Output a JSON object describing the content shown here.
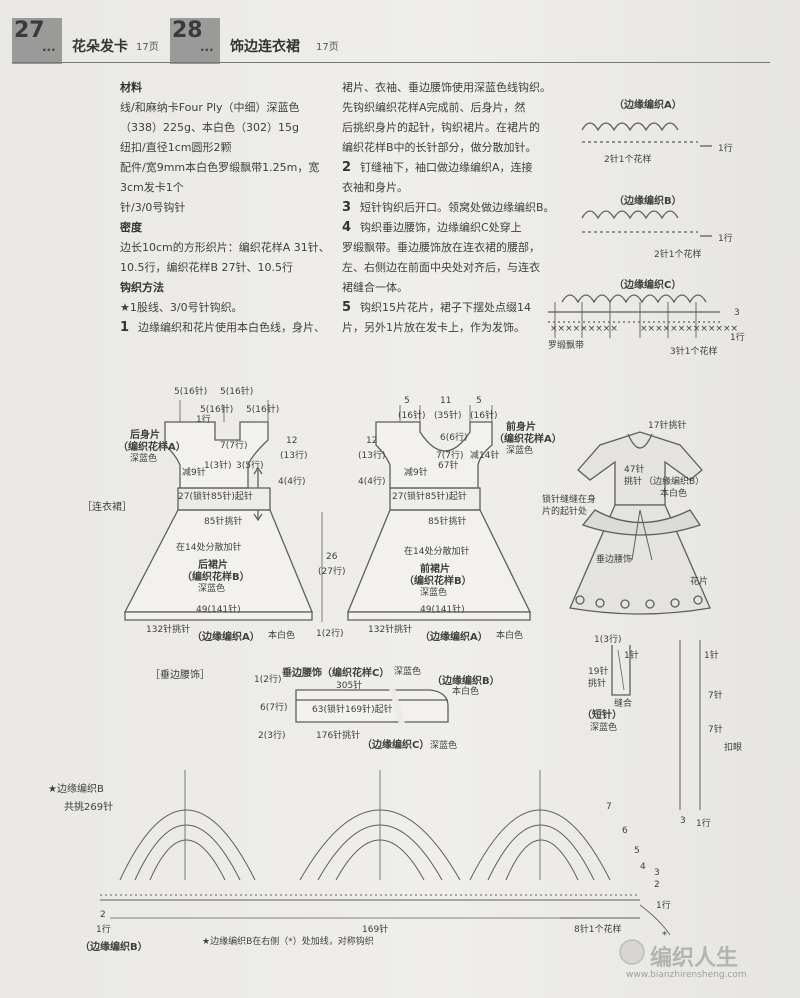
{
  "header": {
    "left": {
      "num": "27",
      "dots": "...",
      "title": "花朵发卡",
      "page": "17页"
    },
    "right": {
      "num": "28",
      "dots": "...",
      "title": "饰边连衣裙",
      "page": "17页"
    }
  },
  "materials": {
    "heading": "材料",
    "lines": [
      "线/和麻纳卡Four Ply（中细）深蓝色",
      "（338）225g、本白色（302）15g",
      "纽扣/直径1cm圆形2颗",
      "配件/宽9mm本白色罗缎飘带1.25m，宽",
      "3cm发卡1个",
      "针/3/0号钩针"
    ]
  },
  "gauge": {
    "heading": "密度",
    "lines": [
      "边长10cm的方形织片：编织花样A 31针、",
      "10.5行，编织花样B 27针、10.5行"
    ]
  },
  "method": {
    "heading": "钩织方法",
    "note": "★1股线、3/0号针钩织。",
    "step1_num": "1",
    "step1": "边缘编织和花片使用本白色线，身片、"
  },
  "col2": {
    "lines": [
      "裙片、衣袖、垂边腰饰使用深蓝色线钩织。",
      "先钩织编织花样A完成前、后身片，然",
      "后挑织身片的起针，钩织裙片。在裙片的",
      "编织花样B中的长针部分，做分散加针。"
    ],
    "steps": [
      {
        "num": "2",
        "text": "钉缝袖下，袖口做边缘编织A，连接",
        "cont": [
          "衣袖和身片。"
        ]
      },
      {
        "num": "3",
        "text": "短针钩织后开口。领窝处做边缘编织B。",
        "cont": []
      },
      {
        "num": "4",
        "text": "钩织垂边腰饰，边缘编织C处穿上",
        "cont": [
          "罗缎飘带。垂边腰饰放在连衣裙的腰部，",
          "左、右侧边在前面中央处对齐后，与连衣",
          "裙缝合一体。"
        ]
      },
      {
        "num": "5",
        "text": "钩织15片花片，裙子下摆处点缀14",
        "cont": [
          "片，另外1片放在发卡上，作为发饰。"
        ]
      }
    ]
  },
  "edging": {
    "a": {
      "title": "（边缘编织A）",
      "repeat": "2针1个花样",
      "row": "1行"
    },
    "b": {
      "title": "（边缘编织B）",
      "repeat": "2针1个花样",
      "row": "1行"
    },
    "c": {
      "title": "（边缘编织C）",
      "ribbon": "罗缎飘带",
      "repeat": "3针1个花样",
      "r3": "3",
      "r1": "1行",
      "x1": "×××××××××",
      "x2": "×××××××××××××"
    }
  },
  "dress": {
    "tag": "［连衣裙］",
    "back": {
      "name": "后身片",
      "pattern": "（编织花样A）",
      "color": "深蓝色",
      "top_dims": [
        "5(16针)",
        "5(16针)"
      ],
      "mid_dims": [
        "5(16针)",
        "5(16针)"
      ],
      "open": "1行",
      "d77": "7(7行)",
      "d13": "1(3针)",
      "d35": "3(5行)",
      "d9": "减9针",
      "h12": "12",
      "h13": "(13行)",
      "h4": "4(4行)",
      "base": "27(锁针85针)起针",
      "pick": "85针挑针"
    },
    "front": {
      "name": "前身片",
      "pattern": "（编织花样A）",
      "color": "深蓝色",
      "top_nums": [
        "5",
        "11",
        "5"
      ],
      "top_dims": [
        "(16针)",
        "(35针)",
        "(16针)"
      ],
      "d66": "6(6行)",
      "d77": "7(7行)",
      "d67": "67针",
      "d14": "减14针",
      "d9": "减9针",
      "h12": "12",
      "h13": "(13行)",
      "h4": "4(4行)",
      "base": "27(锁针85针)起针",
      "pick": "85针挑针"
    },
    "back_skirt": {
      "name": "后裙片",
      "pattern": "（编织花样B）",
      "color": "深蓝色",
      "inc": "在14处分散加针",
      "bottom": "49(141针)",
      "pick": "132针挑针",
      "edge": "（边缘编织A）",
      "white": "本白色",
      "h26": "26",
      "h27": "(27行)",
      "r12": "1(2行)"
    },
    "front_skirt": {
      "name": "前裙片",
      "pattern": "（编织花样B）",
      "color": "深蓝色",
      "inc": "在14处分散加针",
      "bottom": "49(141针)",
      "pick": "132针挑针",
      "edge": "（边缘编织A）",
      "white": "本白色"
    }
  },
  "illustration": {
    "top": "17针挑针",
    "pick47a": "47针",
    "pick47b": "挑针",
    "edgeB": "（边缘编织B）",
    "white": "本白色",
    "join1": "锁针缝缝在身",
    "join2": "片的起针处",
    "belt": "垂边腰饰",
    "flower": "花片"
  },
  "waist": {
    "tag": "［垂边腰饰］",
    "title": "垂边腰饰（编织花样C）",
    "color": "深蓝色",
    "edgeB": "（边缘编织B）",
    "white": "本白色",
    "w305": "305针",
    "base": "63(锁针169针)起针",
    "pick": "176针挑针",
    "edgeC": "（边缘编织C）",
    "color2": "深蓝色",
    "h12": "1(2行)",
    "h67": "6(7行)",
    "h23": "2(3行)"
  },
  "sleeve": {
    "r13": "1(3行)",
    "s1": "1针",
    "s19": "19针",
    "pick": "挑针",
    "seam": "缝合",
    "name": "（短针）",
    "color": "深蓝色",
    "n1a": "1针",
    "n7a": "7针",
    "n7b": "7针",
    "button": "扣眼",
    "r3": "3",
    "r1": "1行"
  },
  "big_chart": {
    "title": "★边缘编织B",
    "count": "共挑269针",
    "rows": [
      "7",
      "6",
      "5",
      "4",
      "3",
      "2",
      "1行"
    ],
    "left_rows": [
      "2",
      "1行"
    ],
    "span": "169针",
    "repeat": "8针1个花样",
    "label": "（边缘编织B）",
    "note": "★边缘编织B在右侧（*）处加线，对称钩织",
    "star": "*"
  },
  "watermark": {
    "brand": "编织人生",
    "url": "www.bianzhirensheng.com"
  },
  "colors": {
    "paper": "#ecebe7",
    "header": "#9a9a98",
    "ink": "#4a4a4a",
    "lines": "#6b6b6b"
  }
}
